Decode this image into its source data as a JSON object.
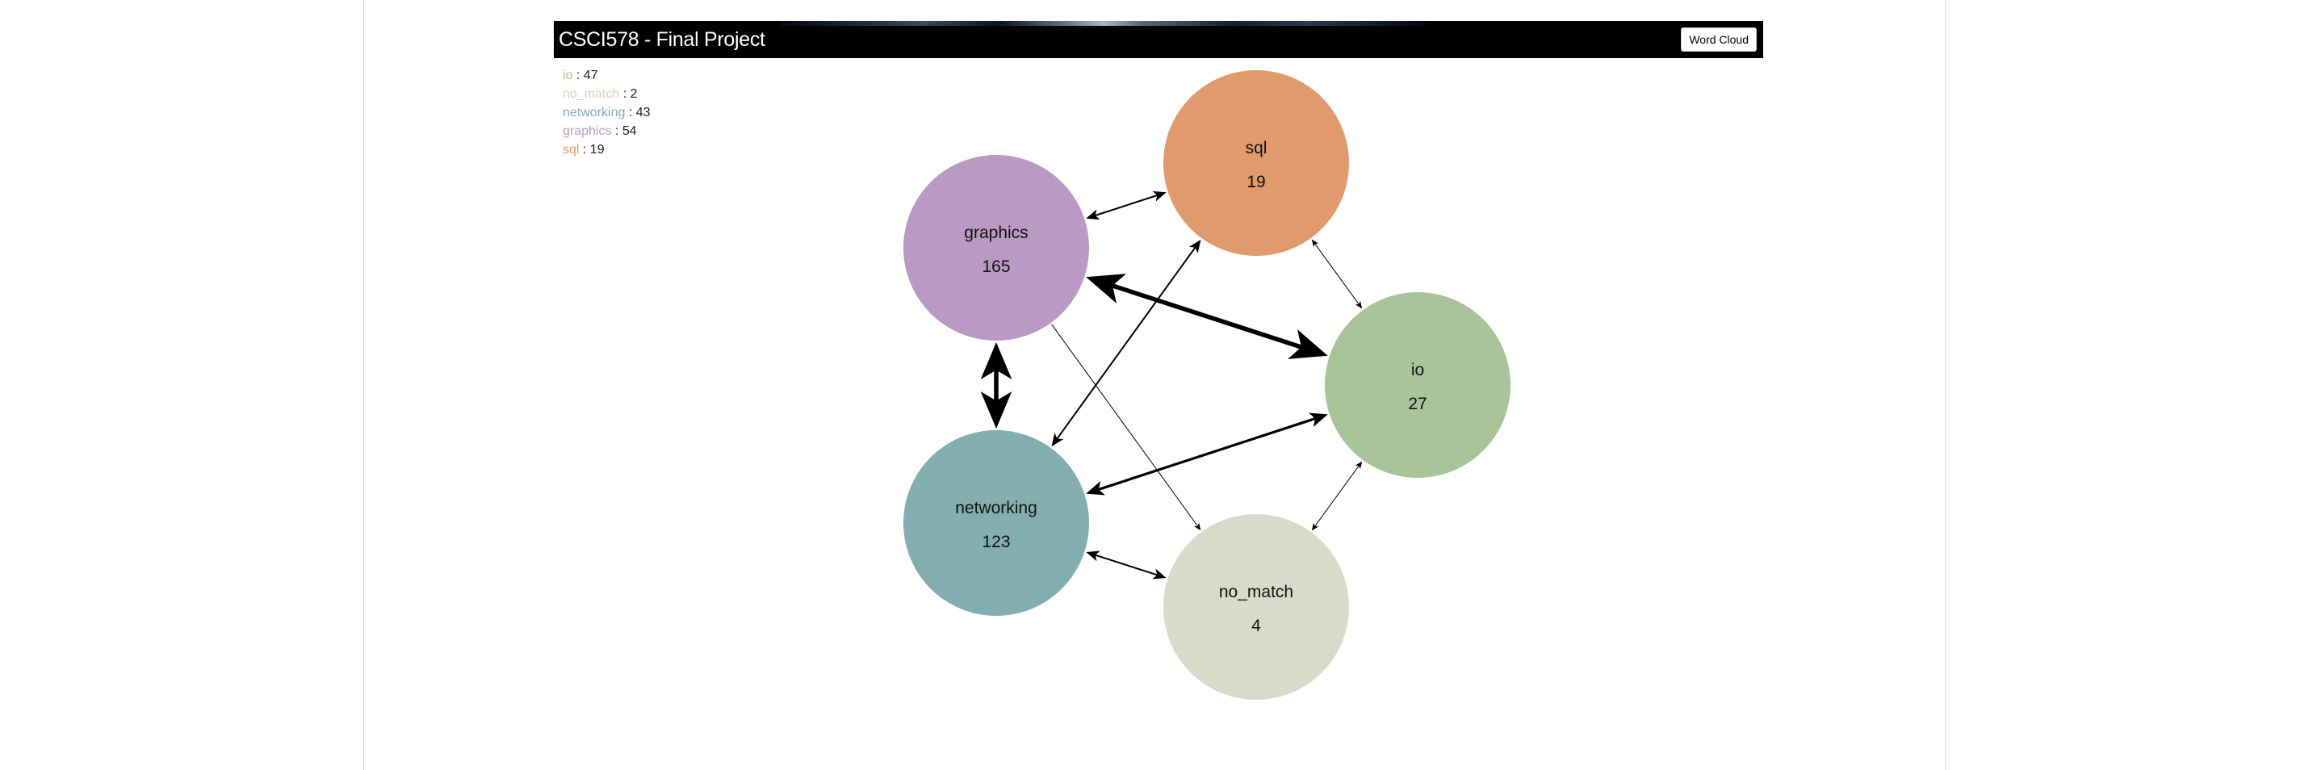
{
  "header": {
    "title": "CSCI578 - Final Project",
    "word_cloud_label": "Word Cloud"
  },
  "legend": [
    {
      "name": "io",
      "value": "47",
      "color": "#a8c49a"
    },
    {
      "name": "no_match",
      "value": "2",
      "color": "#d0d4bf"
    },
    {
      "name": "networking",
      "value": "43",
      "color": "#82adb2"
    },
    {
      "name": "graphics",
      "value": "54",
      "color": "#b99ac3"
    },
    {
      "name": "sql",
      "value": "19",
      "color": "#e09a6c"
    }
  ],
  "legend_separator": " : ",
  "nodes": [
    {
      "id": "graphics",
      "label": "graphics",
      "count": "165",
      "color": "#b89ac2"
    },
    {
      "id": "sql",
      "label": "sql",
      "count": "19",
      "color": "#e09a6c"
    },
    {
      "id": "io",
      "label": "io",
      "count": "27",
      "color": "#a8c59a"
    },
    {
      "id": "networking",
      "label": "networking",
      "count": "123",
      "color": "#82aeb2"
    },
    {
      "id": "no_match",
      "label": "no_match",
      "count": "4",
      "color": "#d8dbc9"
    }
  ],
  "edges": [
    {
      "from": "graphics",
      "to": "sql",
      "weight": "light",
      "direction": "both"
    },
    {
      "from": "graphics",
      "to": "io",
      "weight": "heavy",
      "direction": "both"
    },
    {
      "from": "graphics",
      "to": "networking",
      "weight": "heavy",
      "direction": "both"
    },
    {
      "from": "graphics",
      "to": "no_match",
      "weight": "thin",
      "direction": "to"
    },
    {
      "from": "sql",
      "to": "io",
      "weight": "thin",
      "direction": "both"
    },
    {
      "from": "sql",
      "to": "networking",
      "weight": "light",
      "direction": "both"
    },
    {
      "from": "networking",
      "to": "io",
      "weight": "medium",
      "direction": "both"
    },
    {
      "from": "networking",
      "to": "no_match",
      "weight": "light",
      "direction": "both"
    },
    {
      "from": "io",
      "to": "no_match",
      "weight": "thin",
      "direction": "both"
    }
  ]
}
